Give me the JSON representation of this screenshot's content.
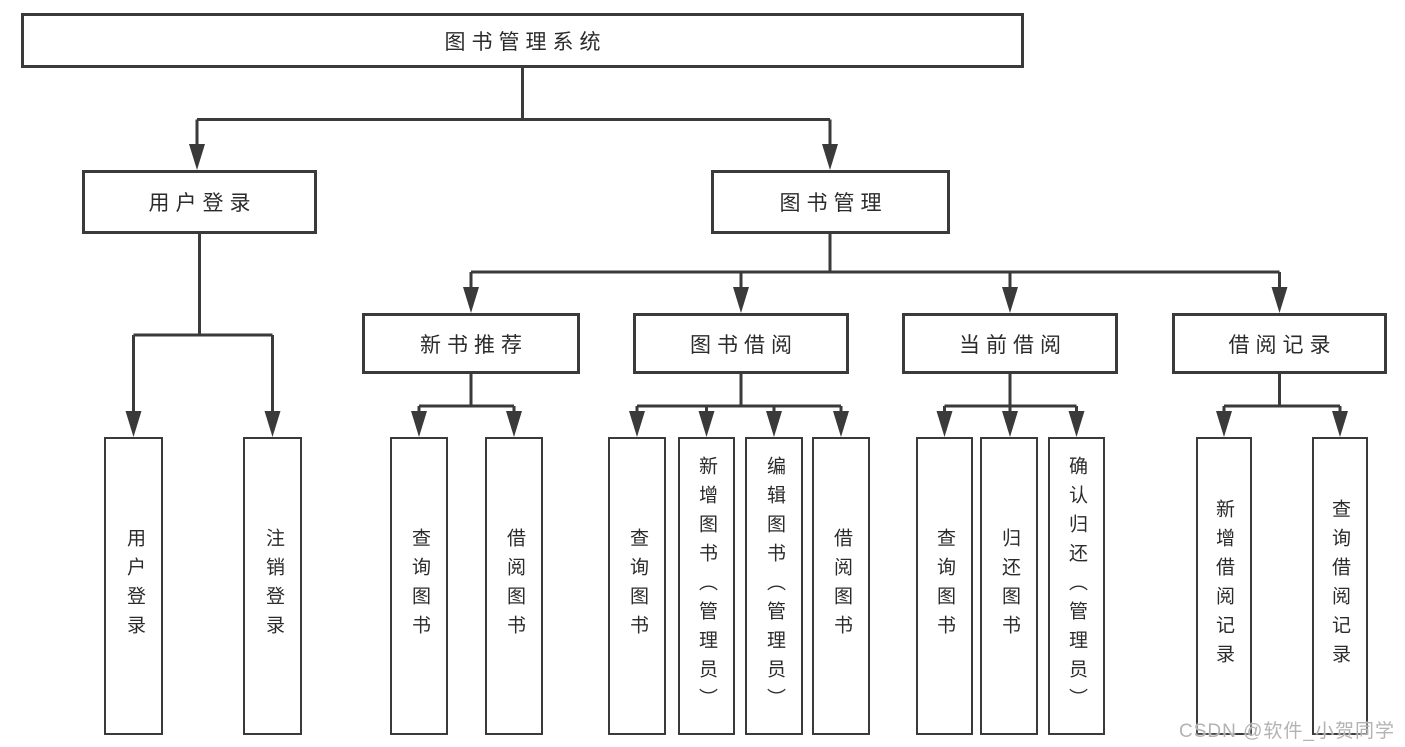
{
  "nodes": {
    "root": "图书管理系统",
    "user_login": "用户登录",
    "book_mgmt": "图书管理",
    "new_book_rec": "新书推荐",
    "book_borrow": "图书借阅",
    "current_borrow": "当前借阅",
    "borrow_records": "借阅记录"
  },
  "leaves": {
    "login": "用户登录",
    "logout": "注销登录",
    "nb_query": "查询图书",
    "nb_borrow": "借阅图书",
    "bb_query": "查询图书",
    "bb_add": "新增图书（管理员）",
    "bb_edit": "编辑图书（管理员）",
    "bb_borrow": "借阅图书",
    "cb_query": "查询图书",
    "cb_return": "归还图书",
    "cb_confirm": "确认归还（管理员）",
    "br_add": "新增借阅记录",
    "br_query": "查询借阅记录"
  },
  "watermark": "CSDN @软件_小贺同学",
  "colors": {
    "line": "#3a3a3a",
    "text": "#2b2b2b",
    "watermark": "#b3b3b3",
    "background": "#ffffff"
  }
}
